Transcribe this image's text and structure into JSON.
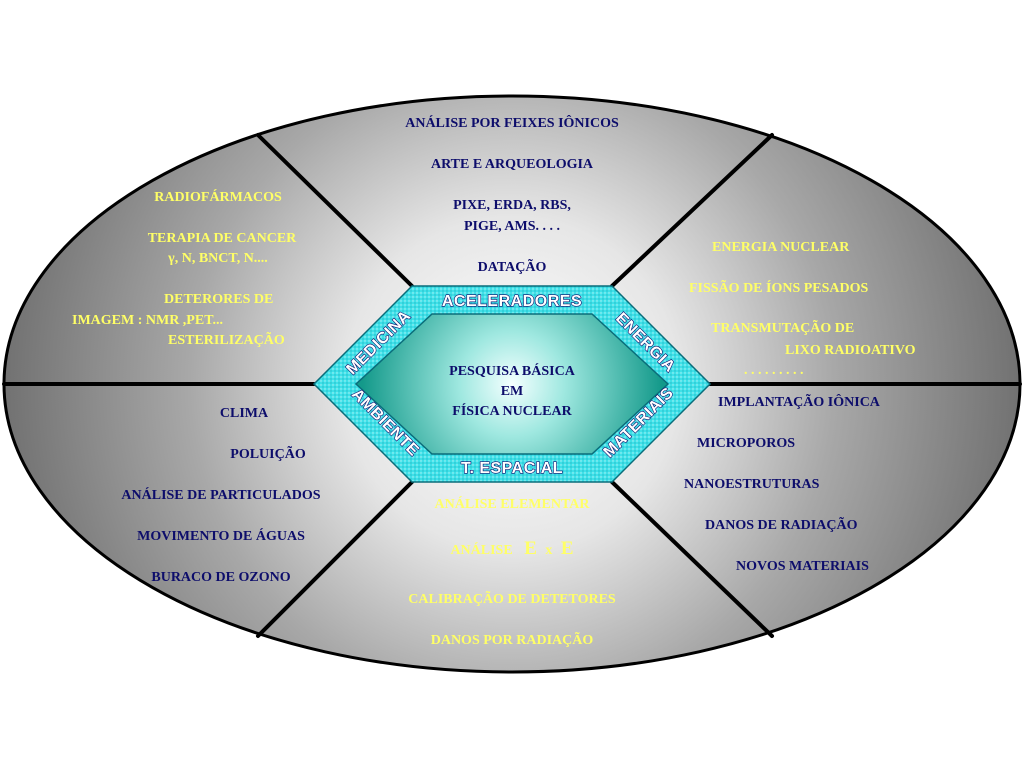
{
  "top_sector": {
    "lines": [
      "ANÁLISE POR FEIXES IÔNICOS",
      "ARTE E ARQUEOLOGIA",
      "PIXE, ERDA, RBS,",
      "PIGE, AMS. . . .",
      "DATAÇÃO"
    ]
  },
  "upper_left_sector": {
    "lines": [
      "RADIOFÁRMACOS",
      "TERAPIA DE CANCER",
      "γ, N,  BNCT, N....",
      "DETERORES DE",
      "IMAGEM   :  NMR ,PET...",
      "ESTERILIZAÇÃO"
    ]
  },
  "upper_right_sector": {
    "lines": [
      "ENERGIA   NUCLEAR",
      "FISSÃO DE ÍONS PESADOS",
      "TRANSMUTAÇÃO  DE",
      "LIXO RADIOATIVO",
      ". . . . . . . . ."
    ]
  },
  "lower_left_sector": {
    "lines": [
      "CLIMA",
      "POLUIÇÃO",
      "ANÁLISE DE PARTICULADOS",
      "MOVIMENTO DE ÁGUAS",
      "BURACO DE OZONO"
    ]
  },
  "lower_right_sector": {
    "lines": [
      "IMPLANTAÇÃO IÔNICA",
      "MICROPOROS",
      "NANOESTRUTURAS",
      "DANOS DE RADIAÇÃO",
      "NOVOS MATERIAIS"
    ]
  },
  "bottom_sector": {
    "line1": "ANÁLISE ELEMENTAR",
    "line2_prefix": "ANÁLISE",
    "line2_big1": "E",
    "line2_mid": "x",
    "line2_big2": "E",
    "line3": "CALIBRAÇÃO DE DETETORES",
    "line4": "DANOS  POR RADIAÇÃO"
  },
  "hexagon_ring": {
    "top": "ACELERADORES",
    "bottom": "T. ESPACIAL",
    "upper_left": "MEDICINA",
    "lower_left": "AMBIENTE",
    "upper_right": "ENERGIA",
    "lower_right": "MATERIAIS"
  },
  "center": {
    "lines": [
      "PESQUISA BÁSICA",
      "EM",
      "FÍSICA NUCLEAR"
    ]
  },
  "colors": {
    "navy_text": "#0d0d6b",
    "yellow_text": "#ffff66",
    "ring_cyan": "#33dde6",
    "inner_teal": "#1aa99a",
    "sector_gray": "#7a7a7a"
  }
}
